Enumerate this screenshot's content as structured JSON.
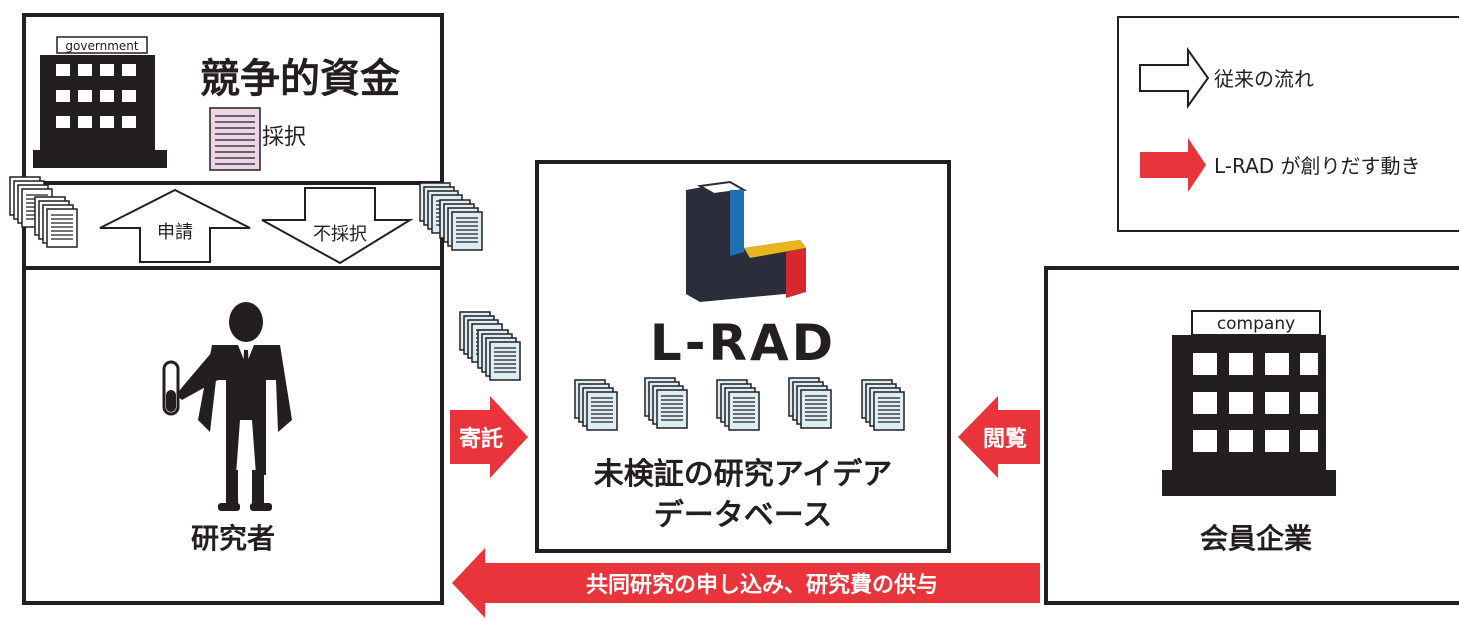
{
  "government": {
    "sign": "government",
    "title": "競争的資金",
    "adopted": "採択",
    "apply": "申請",
    "rejected": "不採択"
  },
  "researcher": {
    "label": "研究者"
  },
  "lrad": {
    "logo_text": "L-RAD",
    "db_line1": "未検証の研究アイデア",
    "db_line2": "データベース",
    "logo_colors": {
      "dark": "#2b2d3a",
      "blue": "#1f6fb5",
      "yellow": "#e7b51c",
      "red": "#d7282f"
    }
  },
  "arrows": {
    "entrust": "寄託",
    "browse": "閲覧",
    "bottom": "共同研究の申し込み、研究費の供与"
  },
  "company": {
    "sign": "company",
    "label": "会員企業"
  },
  "legend": {
    "traditional": "従来の流れ",
    "lrad_flow": "L-RAD が創りだす動き"
  },
  "colors": {
    "arrow_red": "#e8343a",
    "ink": "#231f20",
    "doc_blue": "#dceef4",
    "doc_pink": "#ecd5e6"
  }
}
